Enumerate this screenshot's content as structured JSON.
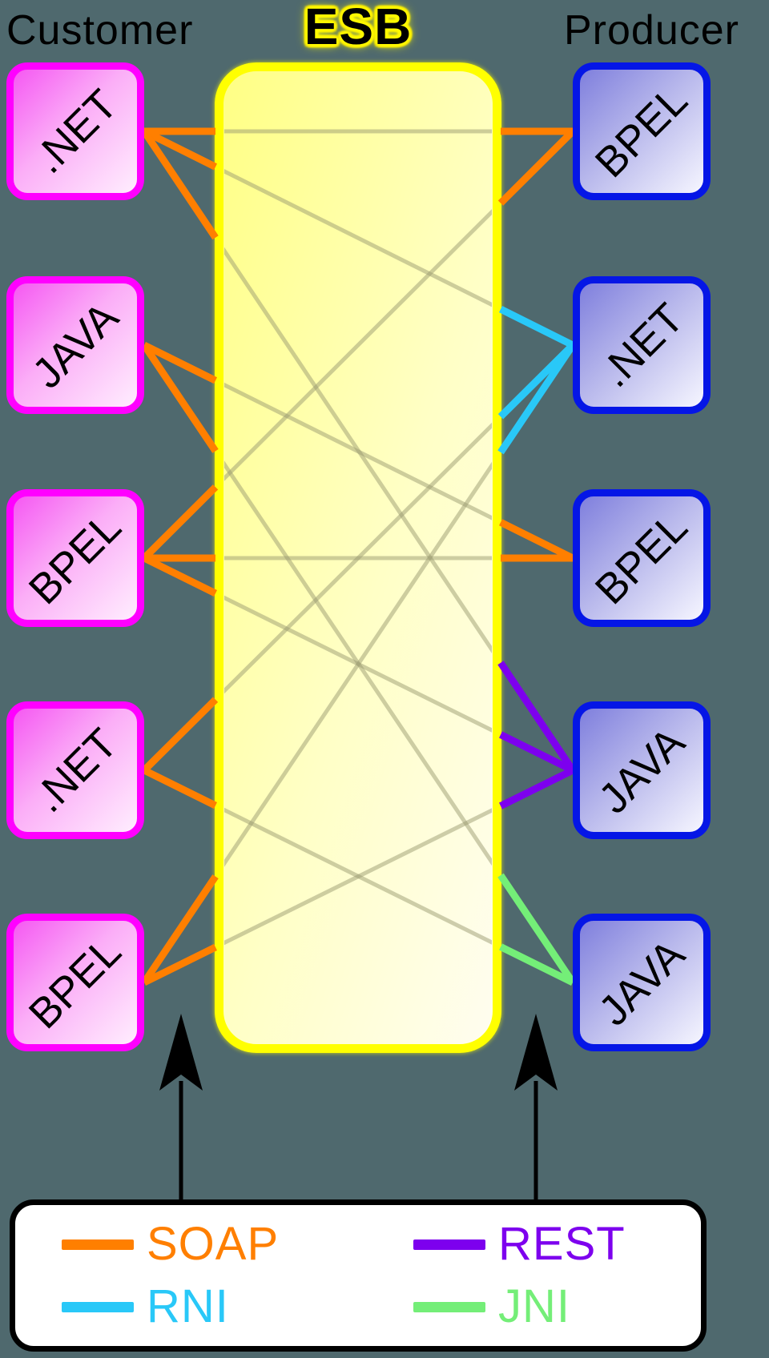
{
  "headers": {
    "customer": "Customer",
    "esb": "ESB",
    "producer": "Producer"
  },
  "customer_boxes": [
    {
      "label": ".NET"
    },
    {
      "label": "JAVA"
    },
    {
      "label": "BPEL"
    },
    {
      "label": ".NET"
    },
    {
      "label": "BPEL"
    }
  ],
  "producer_boxes": [
    {
      "label": "BPEL"
    },
    {
      "label": ".NET"
    },
    {
      "label": "BPEL"
    },
    {
      "label": "JAVA"
    },
    {
      "label": "JAVA"
    }
  ],
  "protocols": {
    "SOAP": "#ff7f00",
    "RNI": "#29c8f8",
    "REST": "#7d00ee",
    "JNI": "#74ee78"
  },
  "connections": [
    {
      "from": ".NET",
      "from_index": 0,
      "to": "BPEL",
      "to_index": 0,
      "protocol": "SOAP"
    },
    {
      "from": ".NET",
      "from_index": 0,
      "to": ".NET",
      "to_index": 1,
      "protocol": "RNI"
    },
    {
      "from": ".NET",
      "from_index": 0,
      "to": "JAVA",
      "to_index": 3,
      "protocol": "REST"
    },
    {
      "from": "JAVA",
      "from_index": 1,
      "to": "BPEL",
      "to_index": 2,
      "protocol": "SOAP"
    },
    {
      "from": "JAVA",
      "from_index": 1,
      "to": "JAVA",
      "to_index": 4,
      "protocol": "JNI"
    },
    {
      "from": "BPEL",
      "from_index": 2,
      "to": "BPEL",
      "to_index": 0,
      "protocol": "SOAP"
    },
    {
      "from": "BPEL",
      "from_index": 2,
      "to": "BPEL",
      "to_index": 2,
      "protocol": "SOAP"
    },
    {
      "from": "BPEL",
      "from_index": 2,
      "to": "JAVA",
      "to_index": 3,
      "protocol": "REST"
    },
    {
      "from": ".NET",
      "from_index": 3,
      "to": ".NET",
      "to_index": 1,
      "protocol": "RNI"
    },
    {
      "from": ".NET",
      "from_index": 3,
      "to": "JAVA",
      "to_index": 4,
      "protocol": "JNI"
    },
    {
      "from": "BPEL",
      "from_index": 4,
      "to": ".NET",
      "to_index": 1,
      "protocol": "RNI"
    },
    {
      "from": "BPEL",
      "from_index": 4,
      "to": "JAVA",
      "to_index": 3,
      "protocol": "REST"
    }
  ],
  "customer_side_protocol": "SOAP",
  "legend": {
    "items": [
      {
        "label": "SOAP",
        "color": "#ff7f00"
      },
      {
        "label": "REST",
        "color": "#7d00ee"
      },
      {
        "label": "RNI",
        "color": "#29c8f8"
      },
      {
        "label": "JNI",
        "color": "#74ee78"
      }
    ]
  },
  "colors": {
    "background": "#4f696e",
    "esb_border": "#ffff00",
    "customer_box_border": "#ff00ff",
    "producer_box_border": "#0516e6",
    "through_line": "#9c9c72",
    "arrow": "#000000",
    "legend_background": "#ffffff"
  }
}
